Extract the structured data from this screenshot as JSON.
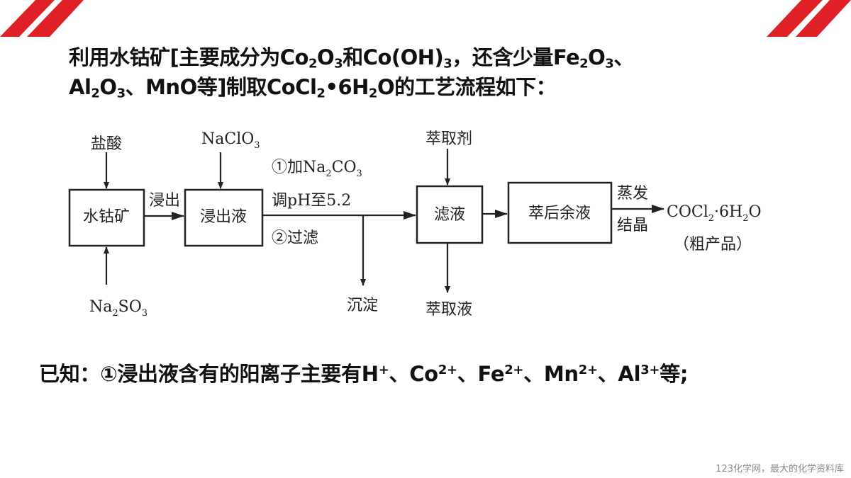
{
  "colors": {
    "accent": "#e02027",
    "text": "#111111"
  },
  "title_line1": [
    {
      "t": "利用水钴矿[主要成分为Co"
    },
    {
      "t": "2",
      "k": "sub"
    },
    {
      "t": "O"
    },
    {
      "t": "3",
      "k": "sub"
    },
    {
      "t": "和Co(OH)"
    },
    {
      "t": "3",
      "k": "sub"
    },
    {
      "t": "，还含少量Fe"
    },
    {
      "t": "2",
      "k": "sub"
    },
    {
      "t": "O"
    },
    {
      "t": "3",
      "k": "sub"
    },
    {
      "t": "、"
    }
  ],
  "title_line2": [
    {
      "t": "Al"
    },
    {
      "t": "2",
      "k": "sub"
    },
    {
      "t": "O"
    },
    {
      "t": "3",
      "k": "sub"
    },
    {
      "t": "、MnO等]制取CoCl"
    },
    {
      "t": "2",
      "k": "sub"
    },
    {
      "t": "•6H"
    },
    {
      "t": "2",
      "k": "sub"
    },
    {
      "t": "O的工艺流程如下："
    }
  ],
  "known_line": [
    {
      "t": "已知：①浸出液含有的阳离子主要有H"
    },
    {
      "t": "+",
      "k": "sup"
    },
    {
      "t": "、Co"
    },
    {
      "t": "2+",
      "k": "sup"
    },
    {
      "t": "、Fe"
    },
    {
      "t": "2+",
      "k": "sup"
    },
    {
      "t": "、Mn"
    },
    {
      "t": "2+",
      "k": "sup"
    },
    {
      "t": "、Al"
    },
    {
      "t": "3+",
      "k": "sup"
    },
    {
      "t": "等;"
    }
  ],
  "diagram": {
    "box1": "水钴矿",
    "box2": "浸出液",
    "box3": "滤液",
    "box4": "萃后余液",
    "hcl": "盐酸",
    "na2so3": {
      "a": "Na",
      "s1": "2",
      "b": "SO",
      "s2": "3"
    },
    "naclo3": {
      "a": "NaClO",
      "s": "3"
    },
    "leach": "浸出",
    "step1": {
      "a": "①加Na",
      "s1": "2",
      "b": "CO",
      "s2": "3"
    },
    "step_ph": "调pH至5.2",
    "step2": "②过滤",
    "precipitate": "沉淀",
    "extractant": "萃取剂",
    "extract": "萃取液",
    "evap": "蒸发",
    "cryst": "结晶",
    "product": {
      "a": "COCl",
      "s1": "2",
      "b": "·6H",
      "s2": "2",
      "c": "O"
    },
    "crude": "（粗产品）"
  },
  "watermark": "123化学网，最大的化学资料库"
}
